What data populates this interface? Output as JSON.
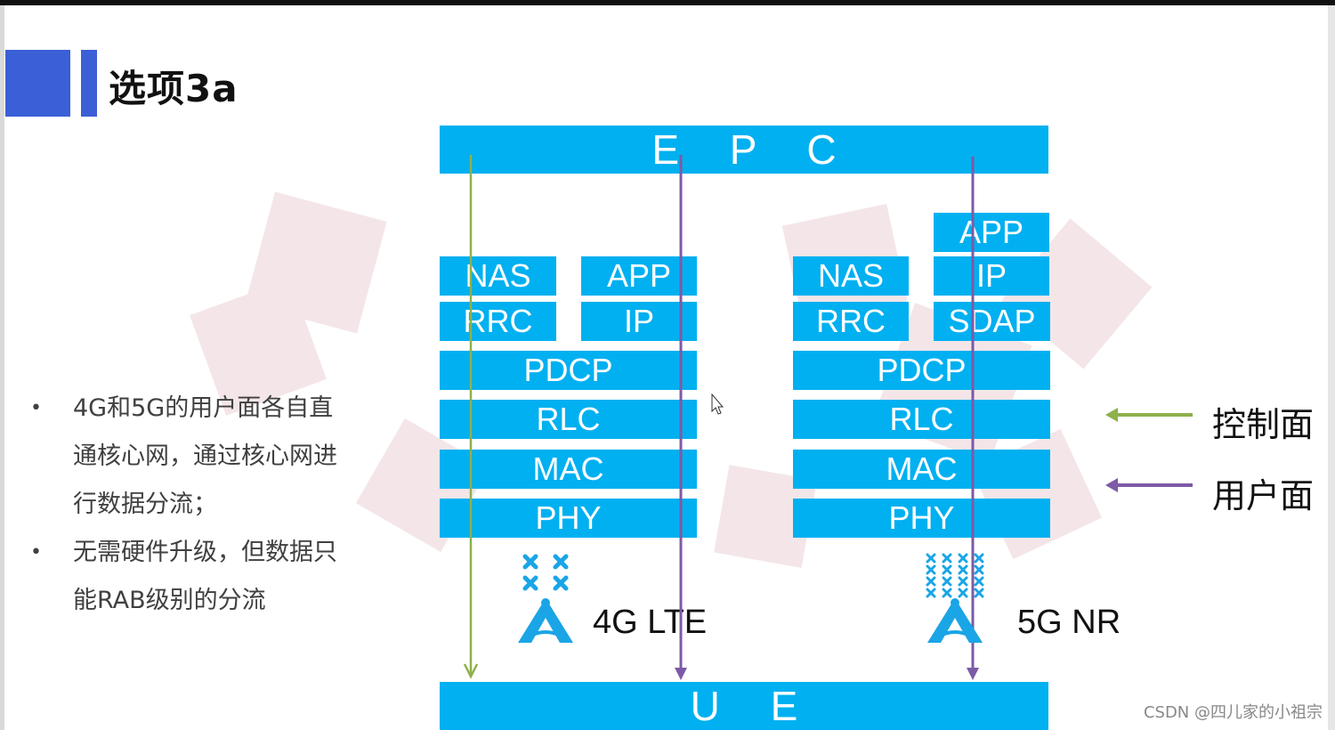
{
  "title": "选项3a",
  "bullets": [
    {
      "lines": [
        "4G和5G的用户面各自直",
        "通核心网，通过核心网进",
        "行数据分流；"
      ]
    },
    {
      "lines": [
        "无需硬件升级，但数据只",
        "能RAB级别的分流"
      ]
    }
  ],
  "diagram": {
    "epc_label": "E P C",
    "ue_label": "U E",
    "lte_stack": {
      "nas": "NAS",
      "rrc": "RRC",
      "app": "APP",
      "ip": "IP",
      "pdcp": "PDCP",
      "rlc": "RLC",
      "mac": "MAC",
      "phy": "PHY",
      "caption": "4G LTE"
    },
    "nr_stack": {
      "nas": "NAS",
      "rrc": "RRC",
      "app": "APP",
      "ip": "IP",
      "sdap": "SDAP",
      "pdcp": "PDCP",
      "rlc": "RLC",
      "mac": "MAC",
      "phy": "PHY",
      "caption": "5G NR"
    },
    "colors": {
      "box": "#00b0f0",
      "control_plane": "#8fb04b",
      "user_plane": "#7d5aa6"
    }
  },
  "legend": {
    "control_plane": "控制面",
    "user_plane": "用户面"
  },
  "footer": "CSDN @四儿家的小祖宗"
}
